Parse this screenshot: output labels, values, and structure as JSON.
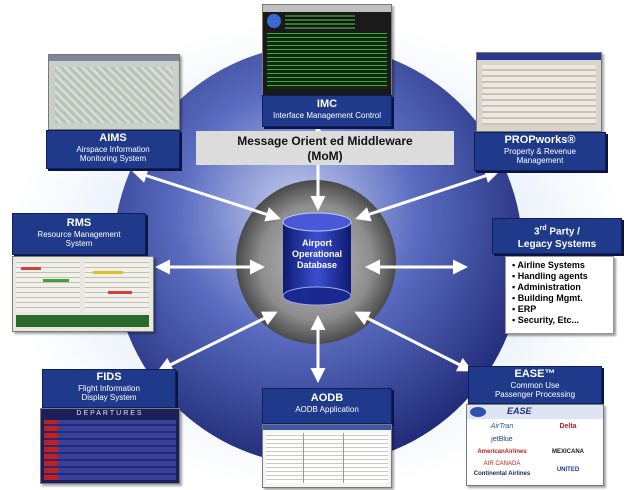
{
  "middleware": {
    "line1": "Message Orient ed Middleware",
    "line2": "(MoM)"
  },
  "database": {
    "line1": "Airport",
    "line2": "Operational",
    "line3": "Database"
  },
  "nodes": {
    "imc": {
      "title": "IMC",
      "subtitle": "Interface Management Control"
    },
    "aims": {
      "title": "AIMS",
      "subtitle1": "Airspace Information",
      "subtitle2": "Monitoring System"
    },
    "propworks": {
      "title": "PROPworks®",
      "subtitle1": "Property & Revenue",
      "subtitle2": "Management"
    },
    "rms": {
      "title": "RMS",
      "subtitle1": "Resource Management",
      "subtitle2": "System"
    },
    "third_party": {
      "title_a": "3",
      "title_sup": "rd",
      "title_b": " Party /",
      "title2": "Legacy Systems"
    },
    "fids": {
      "title": "FIDS",
      "subtitle1": "Flight Information",
      "subtitle2": "Display System",
      "screen_header": "DEPARTURES"
    },
    "aodb": {
      "title": "AODB",
      "subtitle": "AODB Application"
    },
    "ease": {
      "title": "EASE™",
      "subtitle1": "Common Use",
      "subtitle2": "Passenger Processing",
      "logo_text": "EASE"
    }
  },
  "legacy_list": [
    "Airline Systems",
    "Handling agents",
    "Administration",
    "Building Mgmt.",
    "ERP",
    "Security, Etc..."
  ],
  "airline_logos": [
    "AirTran",
    "Delta",
    "jetBlue",
    "AmericanAirlines",
    "MEXICANA",
    "AIR CANADA",
    "Continental Airlines",
    "UNITED"
  ],
  "colors": {
    "label_bg": "#1f3a8a",
    "disc_outer": "#1a2a7a",
    "disc_inner": "#9aa8d8",
    "db": "#1e2ea0"
  }
}
